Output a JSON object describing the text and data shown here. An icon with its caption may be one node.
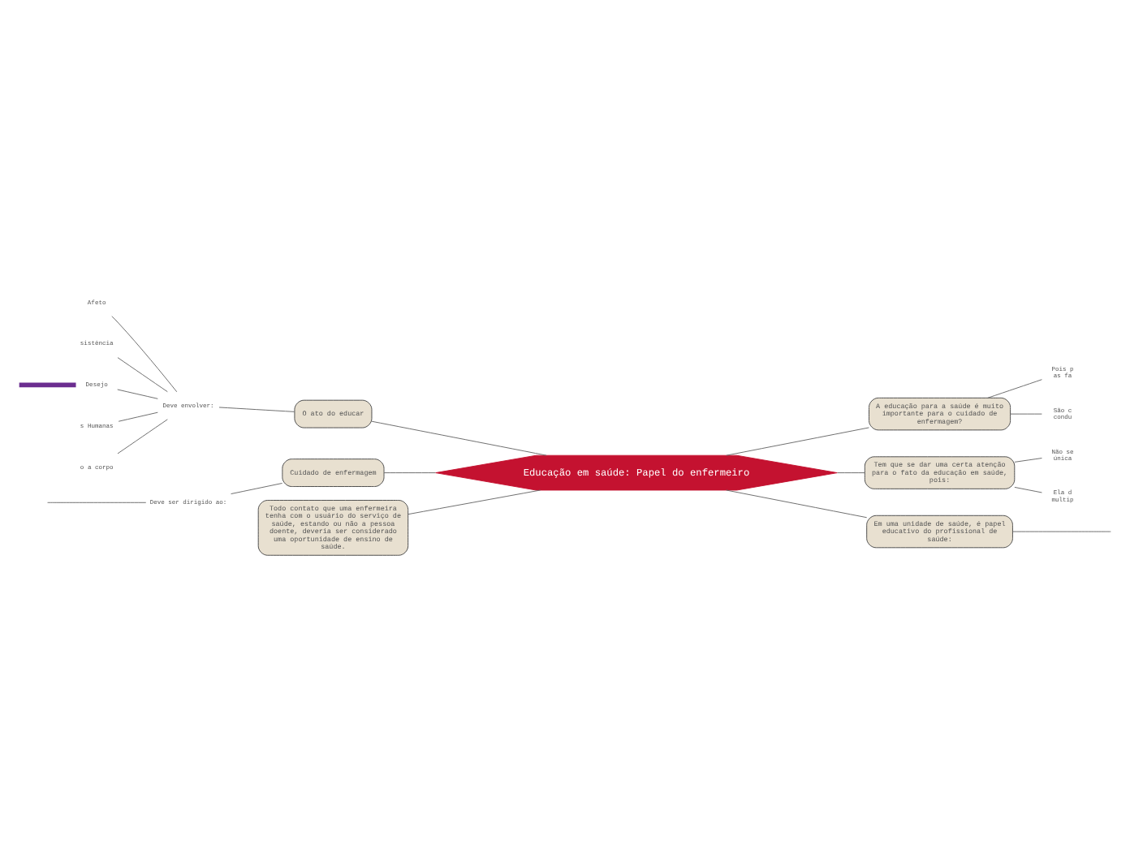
{
  "diagram": {
    "nodes": [
      {
        "text": [
          "Educação em saúde: Papel do enfermeiro"
        ]
      },
      {
        "text": [
          "O ato do educar"
        ]
      },
      {
        "text": [
          "Deve envolver:"
        ]
      },
      {
        "text": [
          "Afeto"
        ]
      },
      {
        "text": [
          "sistência"
        ]
      },
      {
        "text": [
          "Desejo"
        ]
      },
      {
        "text": [
          "s Humanas"
        ]
      },
      {
        "text": [
          "o a corpo"
        ]
      },
      {
        "text": [
          "Cuidado de enfermagem"
        ]
      },
      {
        "text": [
          "Deve ser dirigido ao:"
        ]
      },
      {
        "text": [
          "Todo contato que uma enfermeira tenha com o usuário do serviço de saúde, estando ou não a pessoa doente, deveria ser considerado uma oportunidade de ensino de saúde."
        ]
      },
      {
        "text": [
          "A educação para a saúde é muito importante para o cuidado de enfermagem?"
        ]
      },
      {
        "text": [
          "Pois p as fa"
        ]
      },
      {
        "text": [
          "São c condu"
        ]
      },
      {
        "text": [
          "Tem que se dar uma certa atenção para o fato da educação em saúde, pois:"
        ]
      },
      {
        "text": [
          "Não se única"
        ]
      },
      {
        "text": [
          "Ela d multip"
        ]
      },
      {
        "text": [
          "Em uma unidade de saúde, é papel educativo do profissional de saúde:"
        ]
      }
    ],
    "edges": [
      {
        "from": 1,
        "to": 0,
        "arrow": "none"
      },
      {
        "from": 2,
        "to": 1,
        "arrow": "none"
      },
      {
        "from": 3,
        "to": 2,
        "arrow": "none"
      },
      {
        "from": 4,
        "to": 2,
        "arrow": "none"
      },
      {
        "from": 5,
        "to": 2,
        "arrow": "none"
      },
      {
        "from": 6,
        "to": 2,
        "arrow": "none"
      },
      {
        "from": 7,
        "to": 2,
        "arrow": "none"
      },
      {
        "from": null,
        "to": 5,
        "arrow": "none",
        "style": "thick",
        "color": "#6b2d8f"
      },
      {
        "from": 8,
        "to": 0,
        "arrow": "none"
      },
      {
        "from": 9,
        "to": 8,
        "arrow": "none"
      },
      {
        "from": null,
        "to": 9,
        "arrow": "none"
      },
      {
        "from": 10,
        "to": 0,
        "arrow": "none"
      },
      {
        "from": 0,
        "to": 11,
        "arrow": "none"
      },
      {
        "from": 11,
        "to": 12,
        "arrow": "none"
      },
      {
        "from": 11,
        "to": 13,
        "arrow": "none"
      },
      {
        "from": 0,
        "to": 14,
        "arrow": "none"
      },
      {
        "from": 14,
        "to": 15,
        "arrow": "none"
      },
      {
        "from": 14,
        "to": 16,
        "arrow": "none"
      },
      {
        "from": 0,
        "to": 17,
        "arrow": "none"
      },
      {
        "from": 17,
        "to": null,
        "arrow": "none"
      }
    ]
  }
}
